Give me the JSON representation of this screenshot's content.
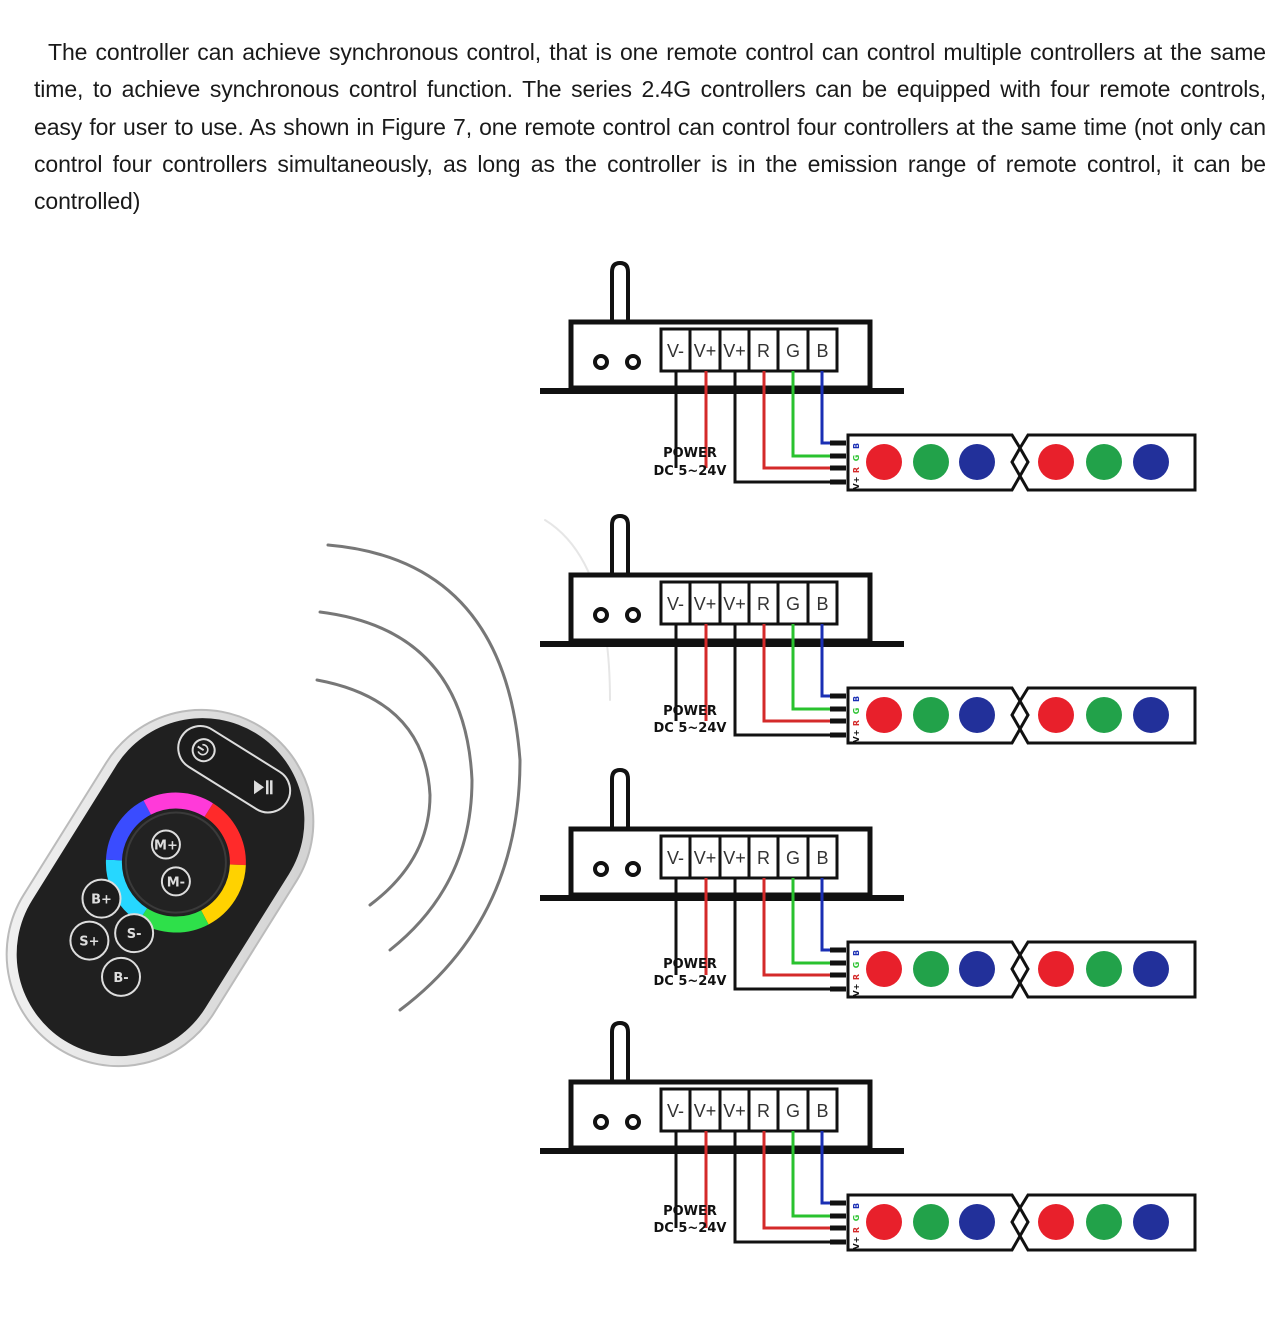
{
  "paragraph": "The controller can achieve synchronous control, that is one remote control can control multiple controllers at the same time, to achieve synchronous control function. The series 2.4G controllers can be equipped with four remote controls, easy for user to use. As shown in Figure 7, one remote control can control four controllers at the same time (not only can control four controllers simultaneously, as long as the controller is in the emission range of remote control, it can be controlled)",
  "controller": {
    "terminals": [
      "V-",
      "V+",
      "V+",
      "R",
      "G",
      "B"
    ],
    "power_line1": "POWER",
    "power_line2": "DC 5~24V",
    "strip_pins": [
      "B",
      "G",
      "R",
      "V+"
    ]
  },
  "remote": {
    "buttons": [
      "M+",
      "M-",
      "S+",
      "B+",
      "B-",
      "S-"
    ]
  },
  "colors": {
    "red_wire": "#d42a2a",
    "green_wire": "#29c22e",
    "blue_wire": "#1a2fb4",
    "led_red": "#e8202b",
    "led_green": "#22a24a",
    "led_blue": "#22309a"
  }
}
